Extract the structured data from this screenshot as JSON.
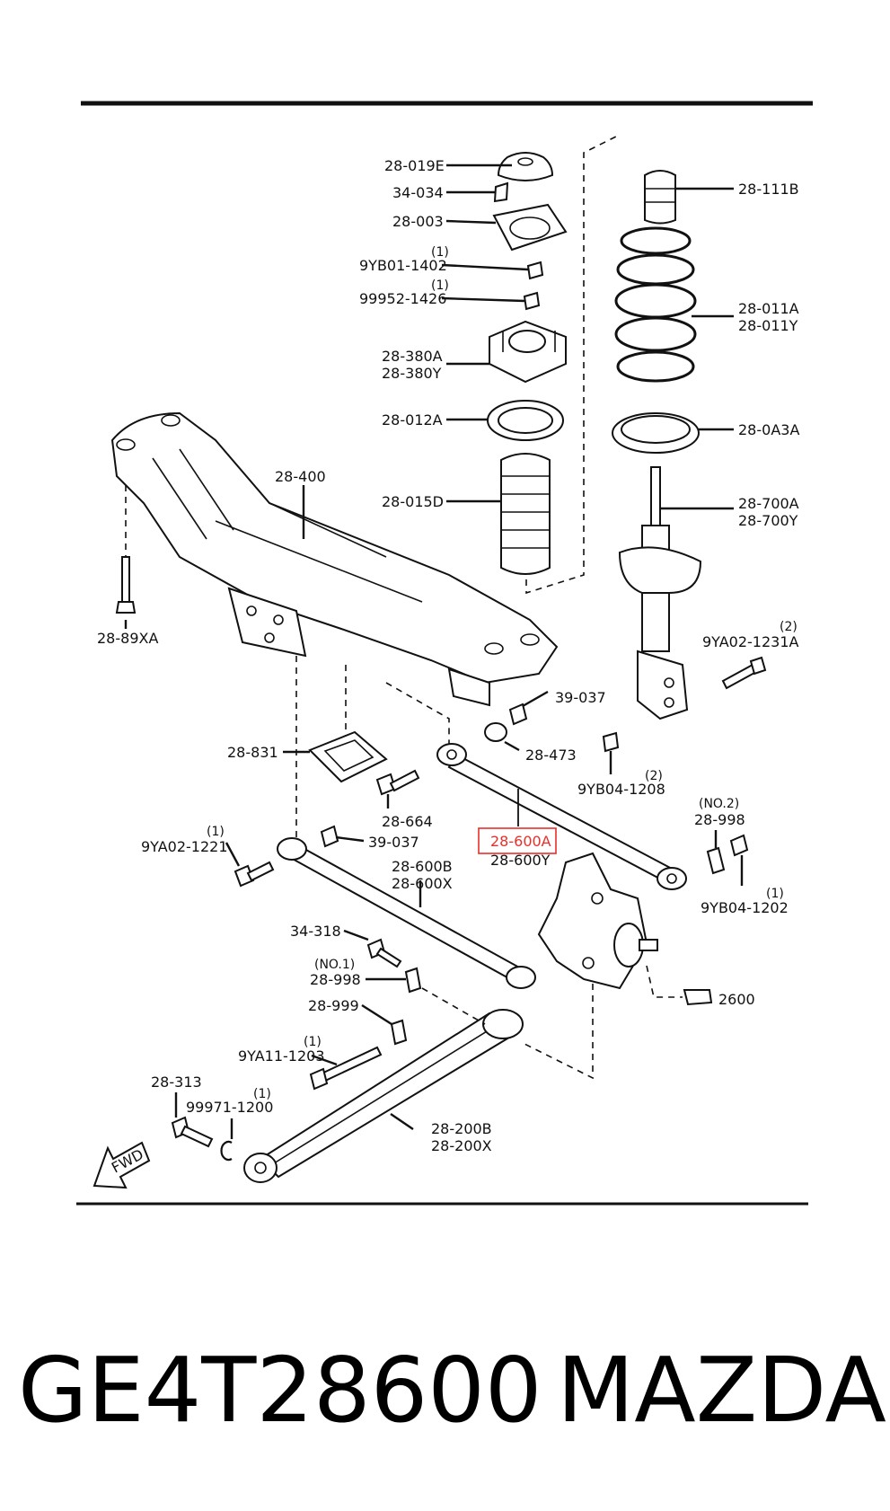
{
  "diagram": {
    "labels": {
      "l_019e": "28-019E",
      "l_034": "34-034",
      "l_003": "28-003",
      "l_9yb01": "9YB01-1402",
      "q_9yb01": "(1)",
      "l_99952": "99952-1426",
      "q_99952": "(1)",
      "l_380a": "28-380A",
      "l_380y": "28-380Y",
      "l_012a": "28-012A",
      "l_015d": "28-015D",
      "l_400": "28-400",
      "l_89xa": "28-89XA",
      "l_111b": "28-111B",
      "l_011a": "28-011A",
      "l_011y": "28-011Y",
      "l_0a3a": "28-0A3A",
      "l_700a": "28-700A",
      "l_700y": "28-700Y",
      "l_9ya02_1231": "9YA02-1231A",
      "q_9ya02_1231": "(2)",
      "l_39037_top": "39-037",
      "l_473": "28-473",
      "l_9yb04_1208": "9YB04-1208",
      "q_9yb04_1208": "(2)",
      "l_831": "28-831",
      "l_664": "28-664",
      "l_600a": "28-600A",
      "l_600y": "28-600Y",
      "l_998_no2": "28-998",
      "q_998_no2": "(NO.2)",
      "l_9yb04_1202": "9YB04-1202",
      "q_9yb04_1202": "(1)",
      "l_9ya02_1221": "9YA02-1221",
      "q_9ya02_1221": "(1)",
      "l_39037_mid": "39-037",
      "l_600b": "28-600B",
      "l_600x": "28-600X",
      "l_34318": "34-318",
      "l_998_no1": "28-998",
      "q_998_no1": "(NO.1)",
      "l_999": "28-999",
      "l_9ya11": "9YA11-1203",
      "q_9ya11": "(1)",
      "l_2600": "2600",
      "l_313": "28-313",
      "l_99971": "99971-1200",
      "q_99971": "(1)",
      "l_200b": "28-200B",
      "l_200x": "28-200X",
      "fwd": "FWD"
    },
    "highlight_color": "#e8302a"
  },
  "caption": {
    "part_number": "GE4T28600",
    "brand": "MAZDA"
  }
}
